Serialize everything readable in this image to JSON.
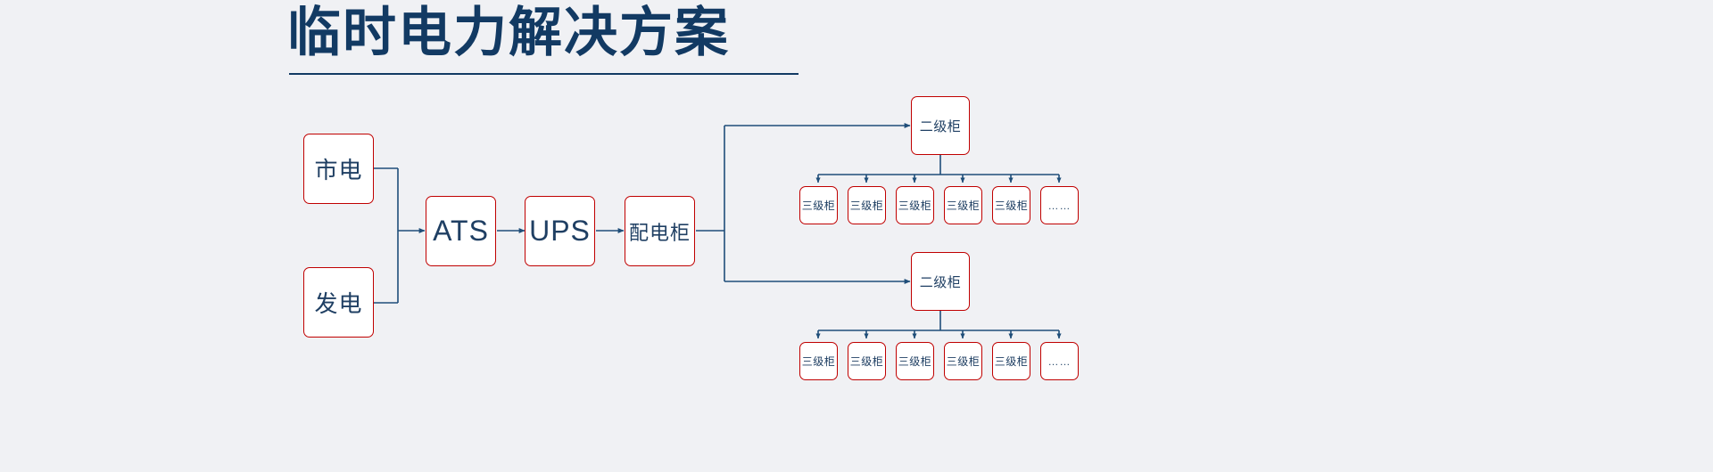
{
  "page": {
    "title": "临时电力解决方案",
    "background_color": "#f0f1f4",
    "title_color": "#123a63",
    "box_border_color": "#c00000",
    "box_fill_color": "#ffffff",
    "connector_color": "#1f4e79",
    "text_color": "#1f3f63"
  },
  "diagram": {
    "type": "flow-diagram",
    "sources": [
      {
        "label": "市电"
      },
      {
        "label": "发电"
      }
    ],
    "chain": [
      {
        "label": "ATS"
      },
      {
        "label": "UPS"
      },
      {
        "label": "配电柜"
      }
    ],
    "branches": [
      {
        "label": "二级柜",
        "children": [
          {
            "label": "三级柜"
          },
          {
            "label": "三级柜"
          },
          {
            "label": "三级柜"
          },
          {
            "label": "三级柜"
          },
          {
            "label": "三级柜"
          },
          {
            "label": "……"
          }
        ]
      },
      {
        "label": "二级柜",
        "children": [
          {
            "label": "三级柜"
          },
          {
            "label": "三级柜"
          },
          {
            "label": "三级柜"
          },
          {
            "label": "三级柜"
          },
          {
            "label": "三级柜"
          },
          {
            "label": "……"
          }
        ]
      }
    ]
  }
}
